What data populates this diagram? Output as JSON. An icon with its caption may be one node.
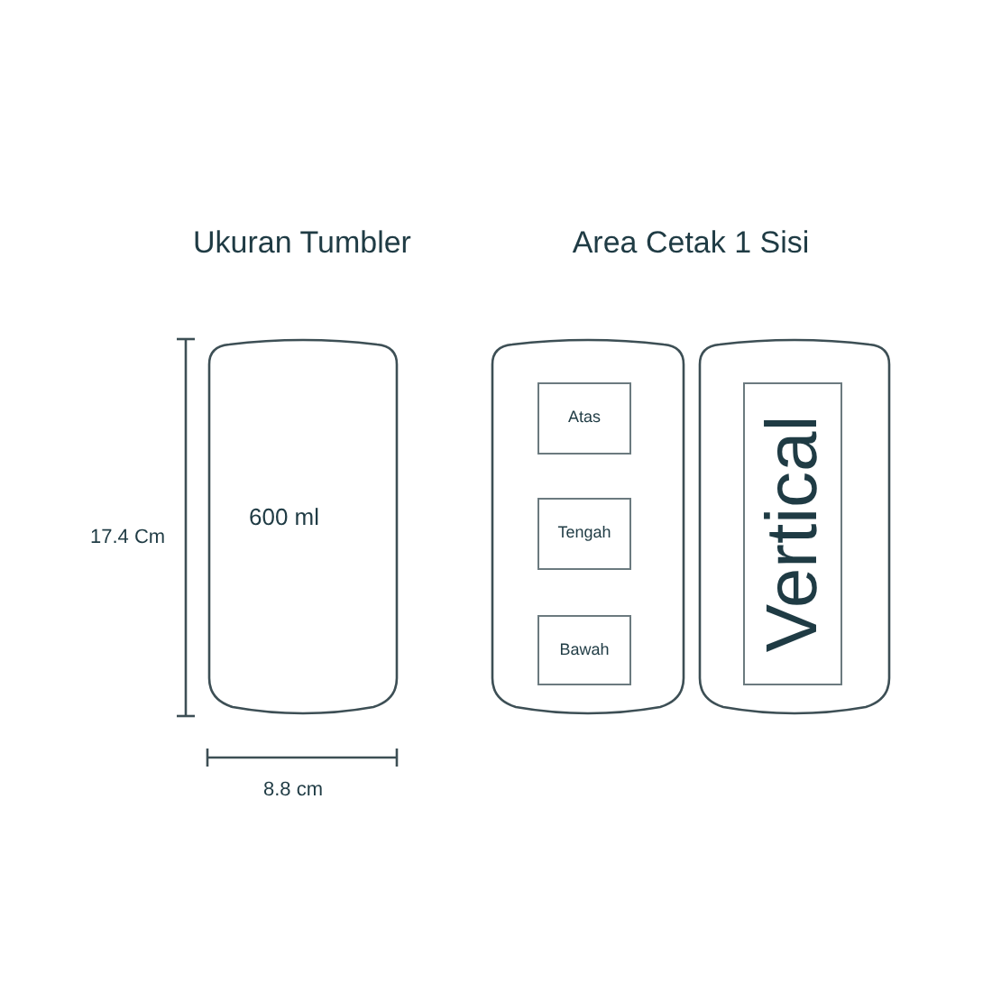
{
  "diagram": {
    "nodes": [
      {
        "text": [
          "600 ml"
        ]
      },
      {
        "text": [],
        "shape": "cylinder"
      },
      {
        "text": [
          "Atas"
        ],
        "in": 1
      },
      {
        "text": [
          "Tengah"
        ],
        "in": 1
      },
      {
        "text": [
          "Bawah"
        ],
        "in": 1
      },
      {
        "text": [],
        "shape": "cylinder"
      },
      {
        "text": [
          "Vertical"
        ],
        "in": 5
      }
    ],
    "labels": [
      "Ukuran Tumbler",
      "Area Cetak 1 Sisi",
      "17.4 Cm",
      "8.8 cm"
    ]
  }
}
